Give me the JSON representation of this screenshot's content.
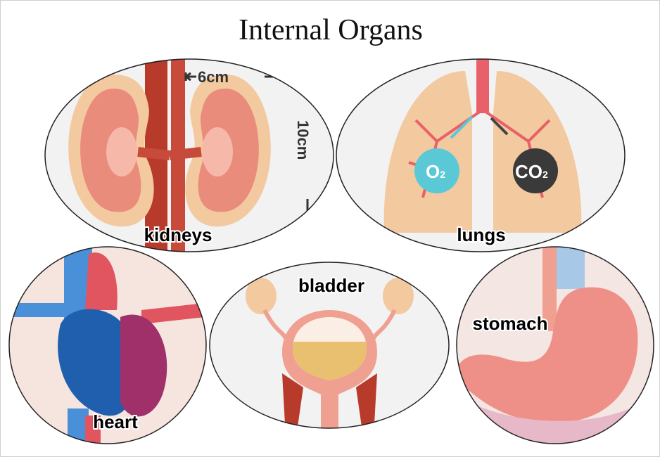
{
  "title": "Internal Organs",
  "organs": {
    "kidneys": {
      "label": "kidneys",
      "width_label": "6cm",
      "height_label": "10cm"
    },
    "lungs": {
      "label": "lungs",
      "o2_label": "O",
      "o2_sub": "2",
      "co2_label": "CO",
      "co2_sub": "2"
    },
    "heart": {
      "label": "heart"
    },
    "bladder": {
      "label": "bladder"
    },
    "stomach": {
      "label": "stomach"
    }
  },
  "colors": {
    "tissue": "#f0a090",
    "vessel": "#c0392b",
    "skin": "#f3c9a0",
    "o2": "#5bc8d6",
    "co2": "#3a3a3a",
    "background": "#f2f2f2"
  }
}
